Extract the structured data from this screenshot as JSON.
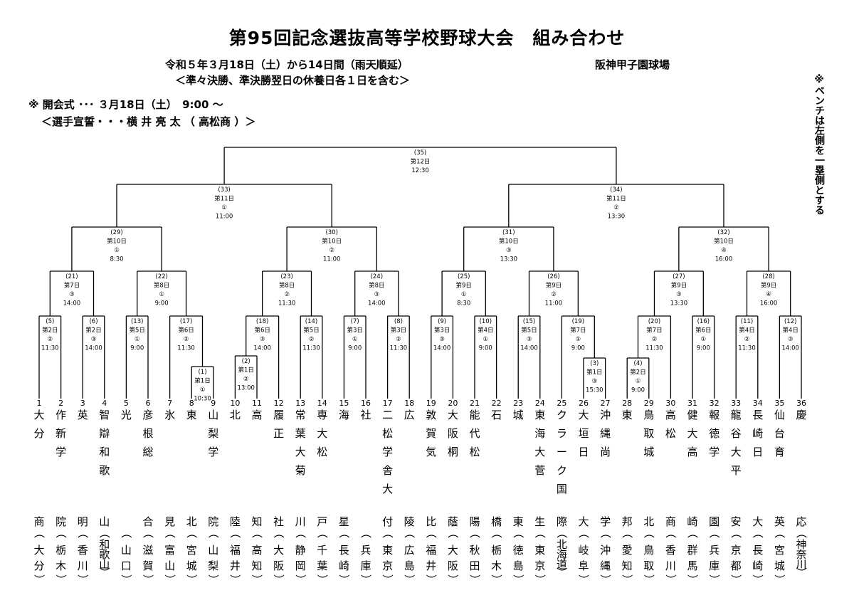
{
  "header": {
    "title": "第95回記念選抜高等学校野球大会　組み合わせ",
    "dates": "令和５年３月18日（土）から14日間（雨天順延）",
    "venue": "阪神甲子園球場",
    "dates_note": "＜準々決勝、準決勝翌日の休養日各１日を含む＞",
    "opening": "※ 開会式 ･･･ ３月18日（土）　9:00 ～",
    "pledge": "＜選手宣誓・・・横 井 亮 太 （ 高松商 ）＞",
    "bench_note": "※ベンチは左側を一塁側とする"
  },
  "teams": [
    {
      "no": "1",
      "name": "大分商",
      "pref": "大分"
    },
    {
      "no": "2",
      "name": "作新学院",
      "pref": "栃木"
    },
    {
      "no": "3",
      "name": "英明",
      "pref": "香川"
    },
    {
      "no": "4",
      "name": "智辯和歌山",
      "pref": "和歌山"
    },
    {
      "no": "5",
      "name": "光",
      "pref": "山口"
    },
    {
      "no": "6",
      "name": "彦根総合",
      "pref": "滋賀"
    },
    {
      "no": "7",
      "name": "氷見",
      "pref": "富山"
    },
    {
      "no": "8",
      "name": "東北",
      "pref": "宮城"
    },
    {
      "no": "9",
      "name": "山梨学院",
      "pref": "山梨"
    },
    {
      "no": "10",
      "name": "北陸",
      "pref": "福井"
    },
    {
      "no": "11",
      "name": "高知",
      "pref": "高知"
    },
    {
      "no": "12",
      "name": "履正社",
      "pref": "大阪"
    },
    {
      "no": "13",
      "name": "常葉大菊川",
      "pref": "静岡"
    },
    {
      "no": "14",
      "name": "専大松戸",
      "pref": "千葉"
    },
    {
      "no": "15",
      "name": "海星",
      "pref": "長崎"
    },
    {
      "no": "16",
      "name": "社",
      "pref": "兵庫"
    },
    {
      "no": "17",
      "name": "二松学舎大付",
      "pref": "東京"
    },
    {
      "no": "18",
      "name": "広陵",
      "pref": "広島"
    },
    {
      "no": "19",
      "name": "敦賀気比",
      "pref": "福井"
    },
    {
      "no": "20",
      "name": "大阪桐蔭",
      "pref": "大阪"
    },
    {
      "no": "21",
      "name": "能代松陽",
      "pref": "秋田"
    },
    {
      "no": "22",
      "name": "石橋",
      "pref": "栃木"
    },
    {
      "no": "23",
      "name": "城東",
      "pref": "徳島"
    },
    {
      "no": "24",
      "name": "東海大菅生",
      "pref": "東京"
    },
    {
      "no": "25",
      "name": "クラーク国際",
      "pref": "北海道"
    },
    {
      "no": "26",
      "name": "大垣日大",
      "pref": "岐阜"
    },
    {
      "no": "27",
      "name": "沖縄尚学",
      "pref": "沖縄"
    },
    {
      "no": "28",
      "name": "東邦",
      "pref": "愛知"
    },
    {
      "no": "29",
      "name": "鳥取城北",
      "pref": "鳥取"
    },
    {
      "no": "30",
      "name": "高松商",
      "pref": "香川"
    },
    {
      "no": "31",
      "name": "健大高崎",
      "pref": "群馬"
    },
    {
      "no": "32",
      "name": "報徳学園",
      "pref": "兵庫"
    },
    {
      "no": "33",
      "name": "龍谷大平安",
      "pref": "京都"
    },
    {
      "no": "34",
      "name": "長崎日大",
      "pref": "長崎"
    },
    {
      "no": "35",
      "name": "仙台育英",
      "pref": "宮城"
    },
    {
      "no": "36",
      "name": "慶応",
      "pref": "神奈川"
    }
  ],
  "matches": {
    "m1": {
      "no": "(1)",
      "day": "第1日",
      "slot": "①",
      "time": "10:30"
    },
    "m2": {
      "no": "(2)",
      "day": "第1日",
      "slot": "②",
      "time": "13:00"
    },
    "m3": {
      "no": "(3)",
      "day": "第1日",
      "slot": "③",
      "time": "15:30"
    },
    "m4": {
      "no": "(4)",
      "day": "第2日",
      "slot": "①",
      "time": "9:00"
    },
    "m5": {
      "no": "(5)",
      "day": "第2日",
      "slot": "②",
      "time": "11:30"
    },
    "m6": {
      "no": "(6)",
      "day": "第2日",
      "slot": "③",
      "time": "14:00"
    },
    "m7": {
      "no": "(7)",
      "day": "第3日",
      "slot": "①",
      "time": "9:00"
    },
    "m8": {
      "no": "(8)",
      "day": "第3日",
      "slot": "②",
      "time": "11:30"
    },
    "m9": {
      "no": "(9)",
      "day": "第3日",
      "slot": "③",
      "time": "14:00"
    },
    "m10": {
      "no": "(10)",
      "day": "第4日",
      "slot": "①",
      "time": "9:00"
    },
    "m11": {
      "no": "(11)",
      "day": "第4日",
      "slot": "②",
      "time": "11:30"
    },
    "m12": {
      "no": "(12)",
      "day": "第4日",
      "slot": "③",
      "time": "14:00"
    },
    "m13": {
      "no": "(13)",
      "day": "第5日",
      "slot": "①",
      "time": "9:00"
    },
    "m14": {
      "no": "(14)",
      "day": "第5日",
      "slot": "②",
      "time": "11:30"
    },
    "m15": {
      "no": "(15)",
      "day": "第5日",
      "slot": "③",
      "time": "14:00"
    },
    "m16": {
      "no": "(16)",
      "day": "第6日",
      "slot": "①",
      "time": "9:00"
    },
    "m17": {
      "no": "(17)",
      "day": "第6日",
      "slot": "②",
      "time": "11:30"
    },
    "m18": {
      "no": "(18)",
      "day": "第6日",
      "slot": "③",
      "time": "14:00"
    },
    "m19": {
      "no": "(19)",
      "day": "第7日",
      "slot": "①",
      "time": "9:00"
    },
    "m20": {
      "no": "(20)",
      "day": "第7日",
      "slot": "②",
      "time": "11:30"
    },
    "m21": {
      "no": "(21)",
      "day": "第7日",
      "slot": "③",
      "time": "14:00"
    },
    "m22": {
      "no": "(22)",
      "day": "第8日",
      "slot": "①",
      "time": "9:00"
    },
    "m23": {
      "no": "(23)",
      "day": "第8日",
      "slot": "②",
      "time": "11:30"
    },
    "m24": {
      "no": "(24)",
      "day": "第8日",
      "slot": "③",
      "time": "14:00"
    },
    "m25": {
      "no": "(25)",
      "day": "第9日",
      "slot": "①",
      "time": "8:30"
    },
    "m26": {
      "no": "(26)",
      "day": "第9日",
      "slot": "②",
      "time": "11:00"
    },
    "m27": {
      "no": "(27)",
      "day": "第9日",
      "slot": "③",
      "time": "13:30"
    },
    "m28": {
      "no": "(28)",
      "day": "第9日",
      "slot": "④",
      "time": "16:00"
    },
    "m29": {
      "no": "(29)",
      "day": "第10日",
      "slot": "①",
      "time": "8:30"
    },
    "m30": {
      "no": "(30)",
      "day": "第10日",
      "slot": "②",
      "time": "11:00"
    },
    "m31": {
      "no": "(31)",
      "day": "第10日",
      "slot": "③",
      "time": "13:30"
    },
    "m32": {
      "no": "(32)",
      "day": "第10日",
      "slot": "④",
      "time": "16:00"
    },
    "m33": {
      "no": "(33)",
      "day": "第11日",
      "slot": "①",
      "time": "11:00"
    },
    "m34": {
      "no": "(34)",
      "day": "第11日",
      "slot": "②",
      "time": "13:30"
    },
    "m35": {
      "no": "(35)",
      "day": "第12日",
      "time": "12:30"
    }
  }
}
